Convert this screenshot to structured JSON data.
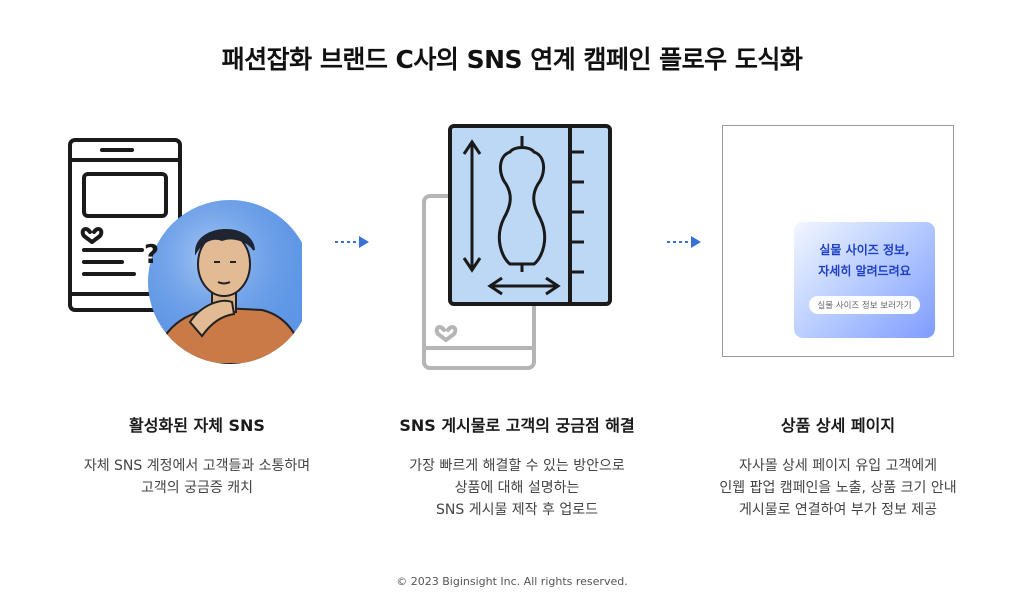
{
  "title": "패션잡화 브랜드 C사의 SNS 연계 캠페인 플로우 도식화",
  "steps": [
    {
      "title": "활성화된 자체 SNS",
      "desc": [
        "자체 SNS 계정에서 고객들과 소통하며",
        "고객의 궁금증 캐치"
      ]
    },
    {
      "title": "SNS 게시물로 고객의 궁금점 해결",
      "desc": [
        "가장 빠르게 해결할 수 있는 방안으로",
        "상품에 대해 설명하는",
        "SNS 게시물 제작 후 업로드"
      ]
    },
    {
      "title": "상품 상세 페이지",
      "desc": [
        "자사몰 상세 페이지 유입 고객에게",
        "인웹 팝업 캠페인을 노출, 상품 크기 안내",
        "게시물로 연결하여 부가 정보 제공"
      ]
    }
  ],
  "popup": {
    "line1": "실물 사이즈 정보,",
    "line2": "자세히 알려드려요",
    "button": "실물 사이즈 정보 보러가기"
  },
  "question_mark": "?",
  "footer": "© 2023 Biginsight Inc. All rights reserved.",
  "colors": {
    "accent_blue": "#3a6fd8",
    "circle_blue": "#5f97e6",
    "skin": "#d9b08a",
    "shirt": "#c97a47",
    "mannequin_bg": "#bcd8f5"
  }
}
